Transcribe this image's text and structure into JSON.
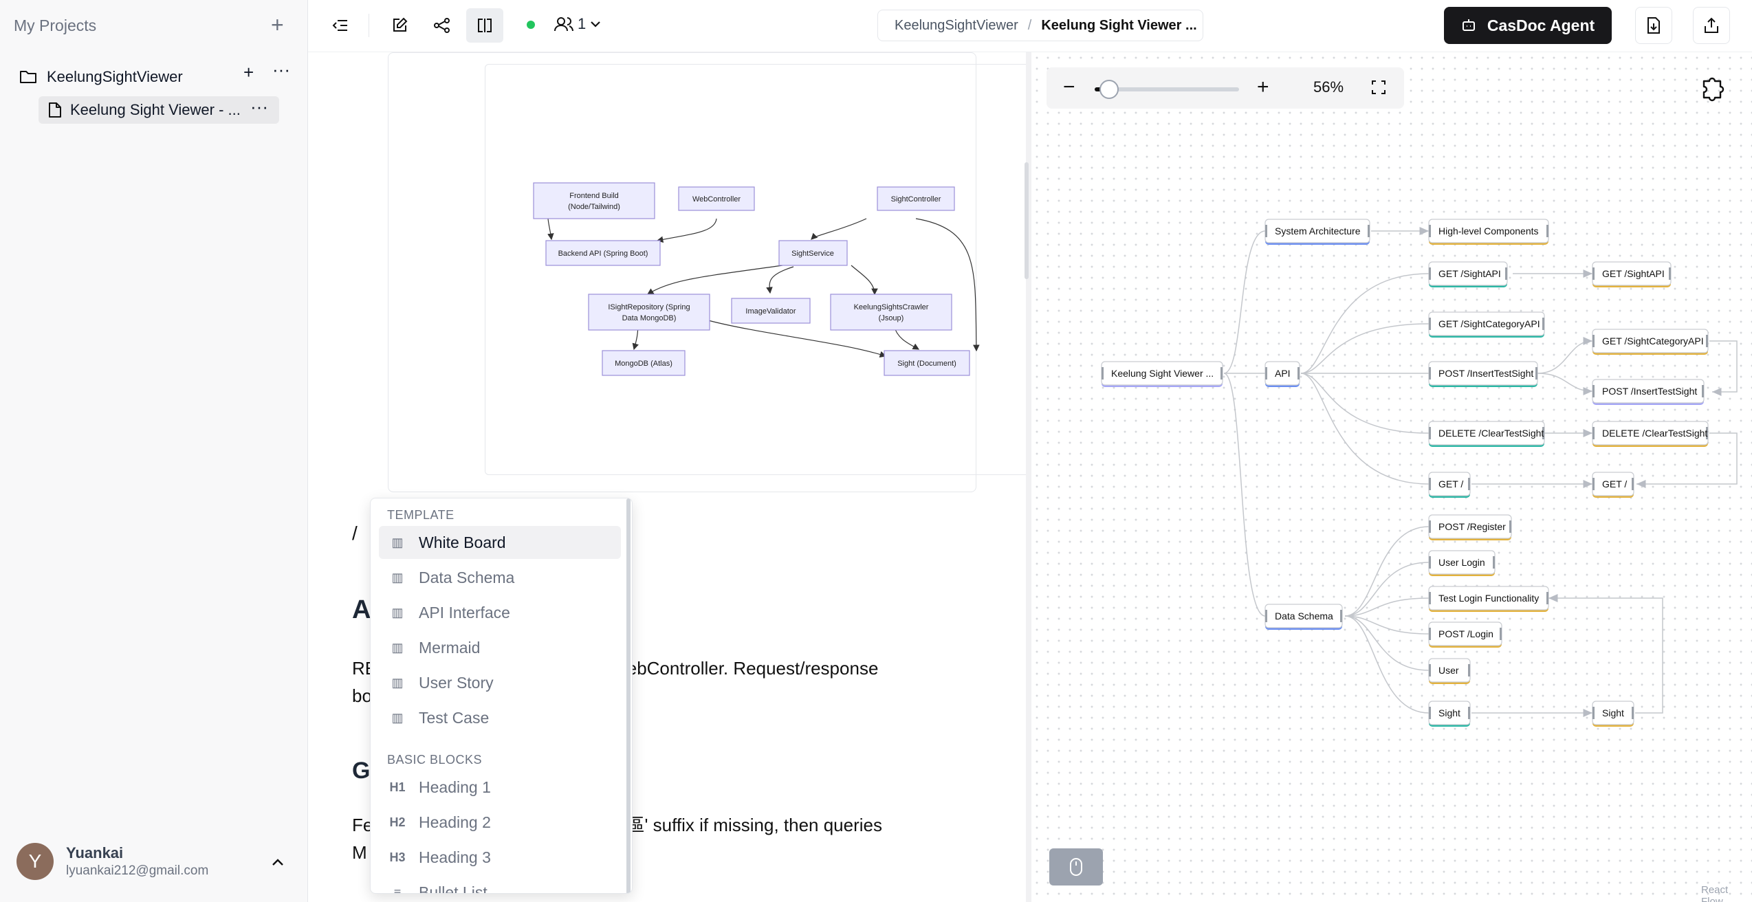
{
  "sidebar": {
    "title": "My Projects",
    "project": {
      "name": "KeelungSightViewer"
    },
    "document": {
      "name": "Keelung Sight Viewer - ..."
    },
    "user": {
      "initial": "Y",
      "name": "Yuankai",
      "email": "lyuankai212@gmail.com"
    }
  },
  "topbar": {
    "collaborators": "1",
    "breadcrumb": {
      "project": "KeelungSightViewer",
      "separator": "/",
      "document": "Keelung Sight Viewer ..."
    },
    "agent_label": "CasDoc Agent",
    "status_color": "#22c55e"
  },
  "editor": {
    "mermaid": {
      "nodes": {
        "frontend": [
          "Frontend Build",
          "(Node/Tailwind)"
        ],
        "webcontroller": "WebController",
        "sightcontroller": "SightController",
        "backend": "Backend API (Spring Boot)",
        "sightservice": "SightService",
        "repo": [
          "ISightRepository (Spring",
          "Data MongoDB)"
        ],
        "validator": "ImageValidator",
        "crawler": [
          "KeelungSightsCrawler",
          "(Jsoup)"
        ],
        "mongo": "MongoDB (Atlas)",
        "sight": "Sight (Document)"
      }
    },
    "slash": "/",
    "heading_a": "A",
    "para1_line1": "RE                              troller and WebController. Request/response",
    "para1_line2": "bo                              n source.",
    "heading_g": "G",
    "para2_line1": "Fe                              ice appends '區' suffix if missing, then queries",
    "para2_line2": "M"
  },
  "slash_menu": {
    "template_header": "TEMPLATE",
    "templates": [
      "White Board",
      "Data Schema",
      "API Interface",
      "Mermaid",
      "User Story",
      "Test Case"
    ],
    "basic_header": "BASIC BLOCKS",
    "basic": [
      {
        "icon": "H1",
        "label": "Heading 1"
      },
      {
        "icon": "H2",
        "label": "Heading 2"
      },
      {
        "icon": "H3",
        "label": "Heading 3"
      },
      {
        "icon": "≡",
        "label": "Bullet List"
      }
    ],
    "selected": "White Board"
  },
  "flow": {
    "zoom_label": "56%",
    "zoom_fraction": 0.56,
    "attribution": "React Flow",
    "nodes": {
      "root": "Keelung Sight Viewer ...",
      "sysarch": "System Architecture",
      "highlevel": "High-level Components",
      "api": "API",
      "get_sightapi": "GET /SightAPI",
      "get_sightapi2": "GET /SightAPI",
      "get_catapi": "GET /SightCategoryAPI",
      "get_catapi2": "GET /SightCategoryAPI",
      "post_insert": "POST /InsertTestSight",
      "post_insert2": "POST /InsertTestSight",
      "delete_clear": "DELETE /ClearTestSight",
      "delete_clear2": "DELETE /ClearTestSight",
      "get_root": "GET /",
      "get_root2": "GET /",
      "dataschema": "Data Schema",
      "post_register": "POST /Register",
      "user_login": "User Login",
      "test_login": "Test Login Functionality",
      "post_login": "POST /Login",
      "user": "User",
      "sight": "Sight",
      "sight2": "Sight"
    },
    "colors": {
      "purple": "#a5a6f6",
      "blue": "#6b8ef0",
      "teal": "#2bb7a5",
      "gold": "#e3b23c"
    }
  }
}
